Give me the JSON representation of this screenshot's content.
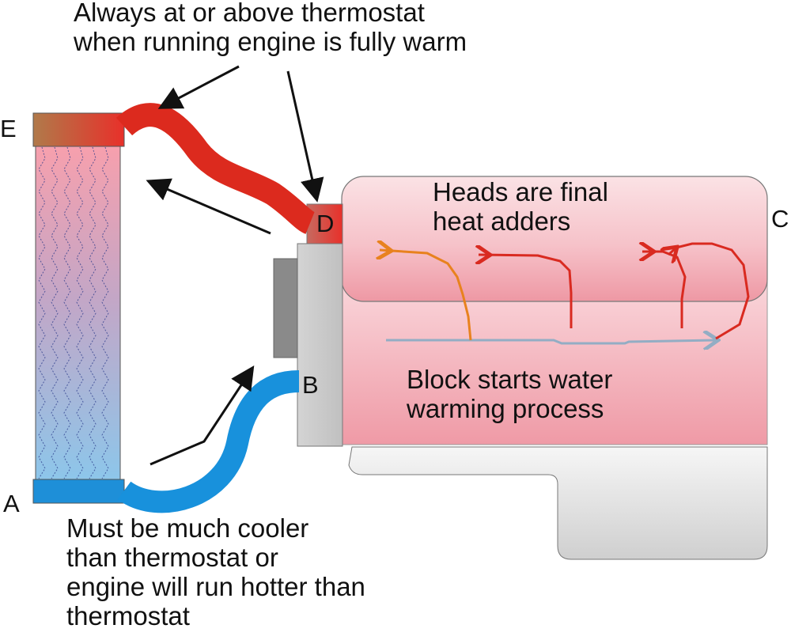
{
  "captions": {
    "top": [
      "Always at or above thermostat",
      "when running engine is fully warm"
    ],
    "heads": [
      "Heads are final",
      "heat adders"
    ],
    "block": [
      "Block starts water",
      "warming process"
    ],
    "bottom": [
      "Must be much cooler",
      "than thermostat or",
      "engine will run hotter than",
      "thermostat"
    ]
  },
  "points": {
    "a": "A",
    "b": "B",
    "c": "C",
    "d": "D",
    "e": "E"
  },
  "colors": {
    "hot_hose": "#dc2a1e",
    "cold_hose": "#1891dc",
    "heads_flow": "#d92a20",
    "transition_flow": "#e8821e",
    "block_flow": "#93adc4",
    "arrow": "#111111"
  }
}
